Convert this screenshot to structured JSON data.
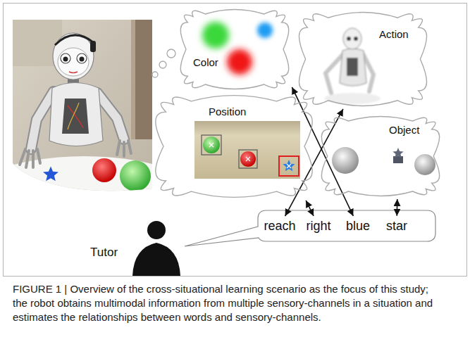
{
  "diagram": {
    "caption": "FIGURE 1 | Overview of the cross-situational learning scenario as the focus of this study; the robot obtains multimodal information from multiple sensory-channels in a situation and estimates the relationships between words and sensory-channels.",
    "nodes": [
      {
        "text": [
          "Color"
        ]
      },
      {
        "text": [
          "Action"
        ]
      },
      {
        "text": [
          "Position"
        ]
      },
      {
        "text": [
          "Object"
        ]
      },
      {
        "text": [
          "reach"
        ]
      },
      {
        "text": [
          "right"
        ]
      },
      {
        "text": [
          "blue"
        ]
      },
      {
        "text": [
          "star"
        ]
      }
    ],
    "edges": [
      {
        "from": 4,
        "to": 1,
        "arrow": "both"
      },
      {
        "from": 5,
        "to": 2,
        "arrow": "both"
      },
      {
        "from": 6,
        "to": 0,
        "arrow": "both"
      },
      {
        "from": 7,
        "to": 3,
        "arrow": "both"
      }
    ],
    "labels": [
      "Tutor"
    ]
  }
}
